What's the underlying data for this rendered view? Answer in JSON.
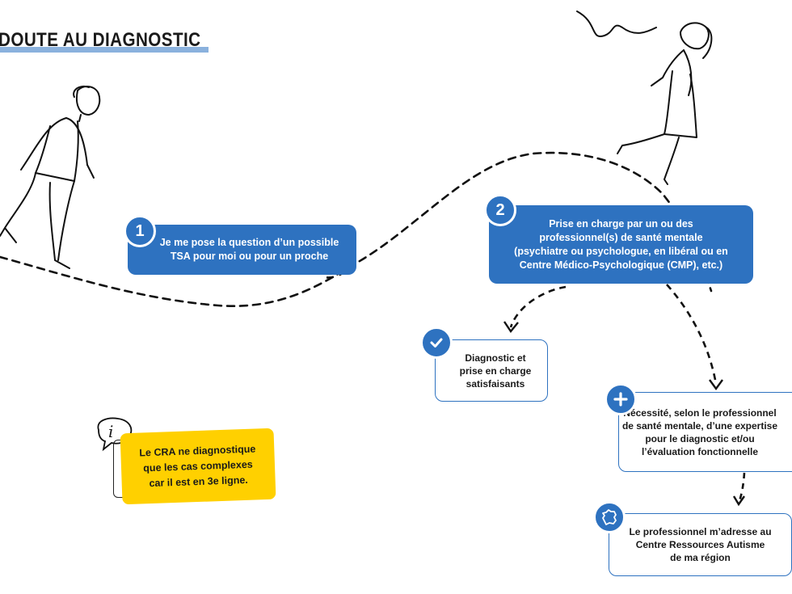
{
  "title": "DOUTE AU DIAGNOSTIC",
  "colors": {
    "primary_blue": "#2e72c0",
    "yellow": "#ffd000",
    "underline": "#8ab1dd"
  },
  "steps": [
    {
      "number": "1",
      "lines": [
        "Je me pose la question d’un possible",
        "TSA pour moi ou pour un proche"
      ]
    },
    {
      "number": "2",
      "lines": [
        "Prise en charge par un ou des",
        "professionnel(s) de santé mentale",
        "(psychiatre ou psychologue, en libéral ou en",
        "Centre Médico-Psychologique (CMP), etc.)"
      ]
    }
  ],
  "outcomes": [
    {
      "icon": "check-icon",
      "lines": [
        "Diagnostic et",
        "prise en charge",
        "satisfaisants"
      ]
    },
    {
      "icon": "plus-icon",
      "lines": [
        "Nécessité, selon le professionnel",
        "de santé mentale, d’une expertise",
        "pour le diagnostic et/ou",
        "l’évaluation fonctionnelle"
      ]
    },
    {
      "icon": "france-map-icon",
      "lines": [
        "Le professionnel m’adresse au",
        "Centre Ressources Autisme",
        "de ma région"
      ]
    }
  ],
  "info": {
    "icon": "info-icon",
    "letter": "i",
    "lines": [
      "Le CRA ne diagnostique",
      "que les cas complexes",
      "car il est en 3e ligne."
    ]
  }
}
